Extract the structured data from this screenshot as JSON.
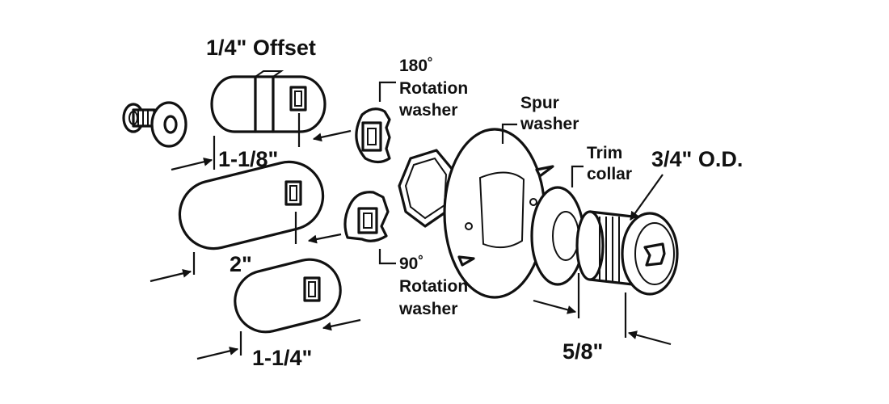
{
  "labels": {
    "offset": "1/4\" Offset",
    "cam_1_1_8": "1-1/8\"",
    "cam_2": "2\"",
    "cam_1_1_4": "1-1/4\"",
    "rotation_180_deg": "180˚",
    "rotation_180_word": "Rotation",
    "rotation_180_washer": "washer",
    "rotation_90_deg": "90˚",
    "rotation_90_word": "Rotation",
    "rotation_90_washer": "washer",
    "spur_1": "Spur",
    "spur_2": "washer",
    "trim_1": "Trim",
    "trim_2": "collar",
    "od": "3/4\" O.D.",
    "length": "5/8\""
  }
}
